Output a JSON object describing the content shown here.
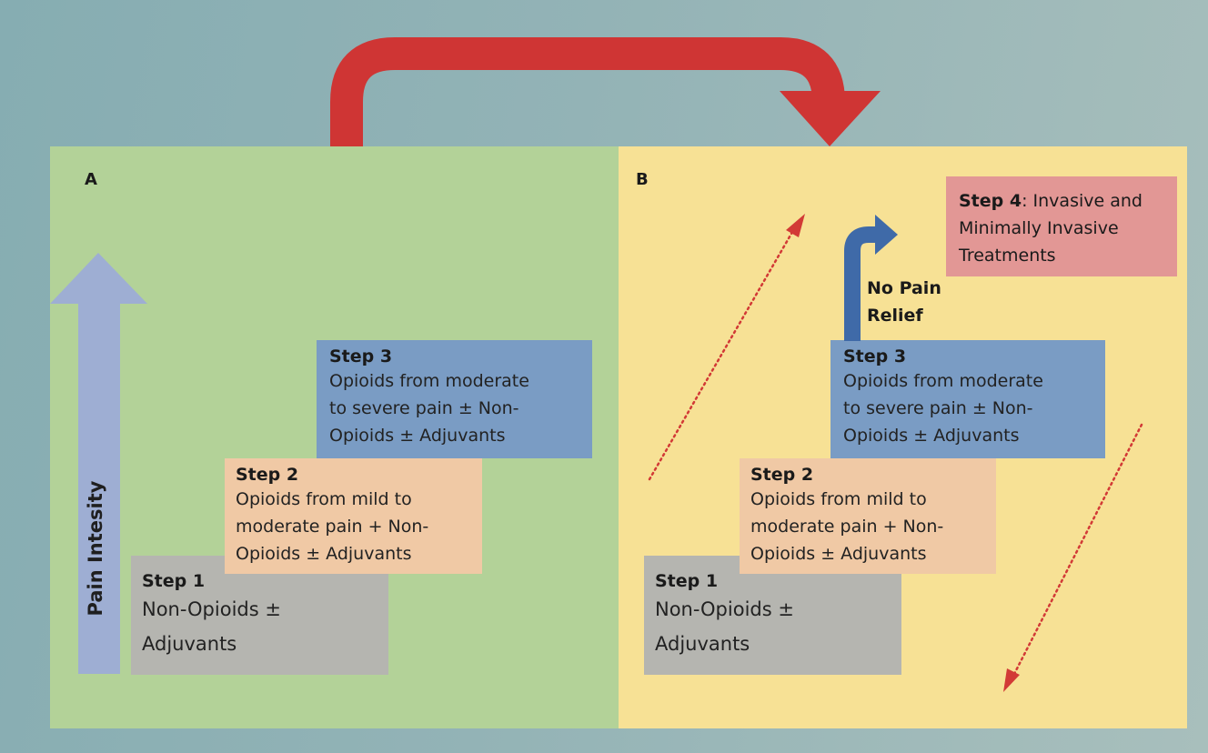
{
  "panels": {
    "a": {
      "label": "A",
      "axis_label": "Pain Intesity",
      "step1": {
        "title": "Step 1",
        "desc": [
          "Non-Opioids ±",
          "Adjuvants"
        ]
      },
      "step2": {
        "title": "Step 2",
        "desc": [
          "Opioids from mild to",
          "moderate pain + Non-",
          "Opioids ± Adjuvants"
        ]
      },
      "step3": {
        "title": "Step 3",
        "desc": [
          "Opioids from moderate",
          "to severe pain ± Non-",
          "Opioids ± Adjuvants"
        ]
      }
    },
    "b": {
      "label": "B",
      "no_pain_relief": [
        "No Pain",
        "Relief"
      ],
      "step1": {
        "title": "Step 1",
        "desc": [
          "Non-Opioids ±",
          "Adjuvants"
        ]
      },
      "step2": {
        "title": "Step 2",
        "desc": [
          "Opioids from mild to",
          "moderate pain + Non-",
          "Opioids ± Adjuvants"
        ]
      },
      "step3": {
        "title": "Step 3",
        "desc": [
          "Opioids from moderate",
          "to severe pain ± Non-",
          "Opioids ± Adjuvants"
        ]
      },
      "step4": {
        "title": "Step 4",
        "line1_rest": ": Invasive and",
        "line2": "Minimally Invasive",
        "line3": "Treatments"
      }
    }
  },
  "colors": {
    "background": "#93b3b6",
    "panel_a": "#b3d298",
    "panel_b": "#f7e195",
    "step1": "#b5b5b0",
    "step2": "#f0c9a5",
    "step3": "#7a9cc4",
    "step4": "#e29795",
    "transition_arrow": "#cf3534",
    "escalation_arrow": "#3f6aa8",
    "intensity_arrow": "#9eaed3",
    "dotted_arrow": "#d23a36"
  }
}
